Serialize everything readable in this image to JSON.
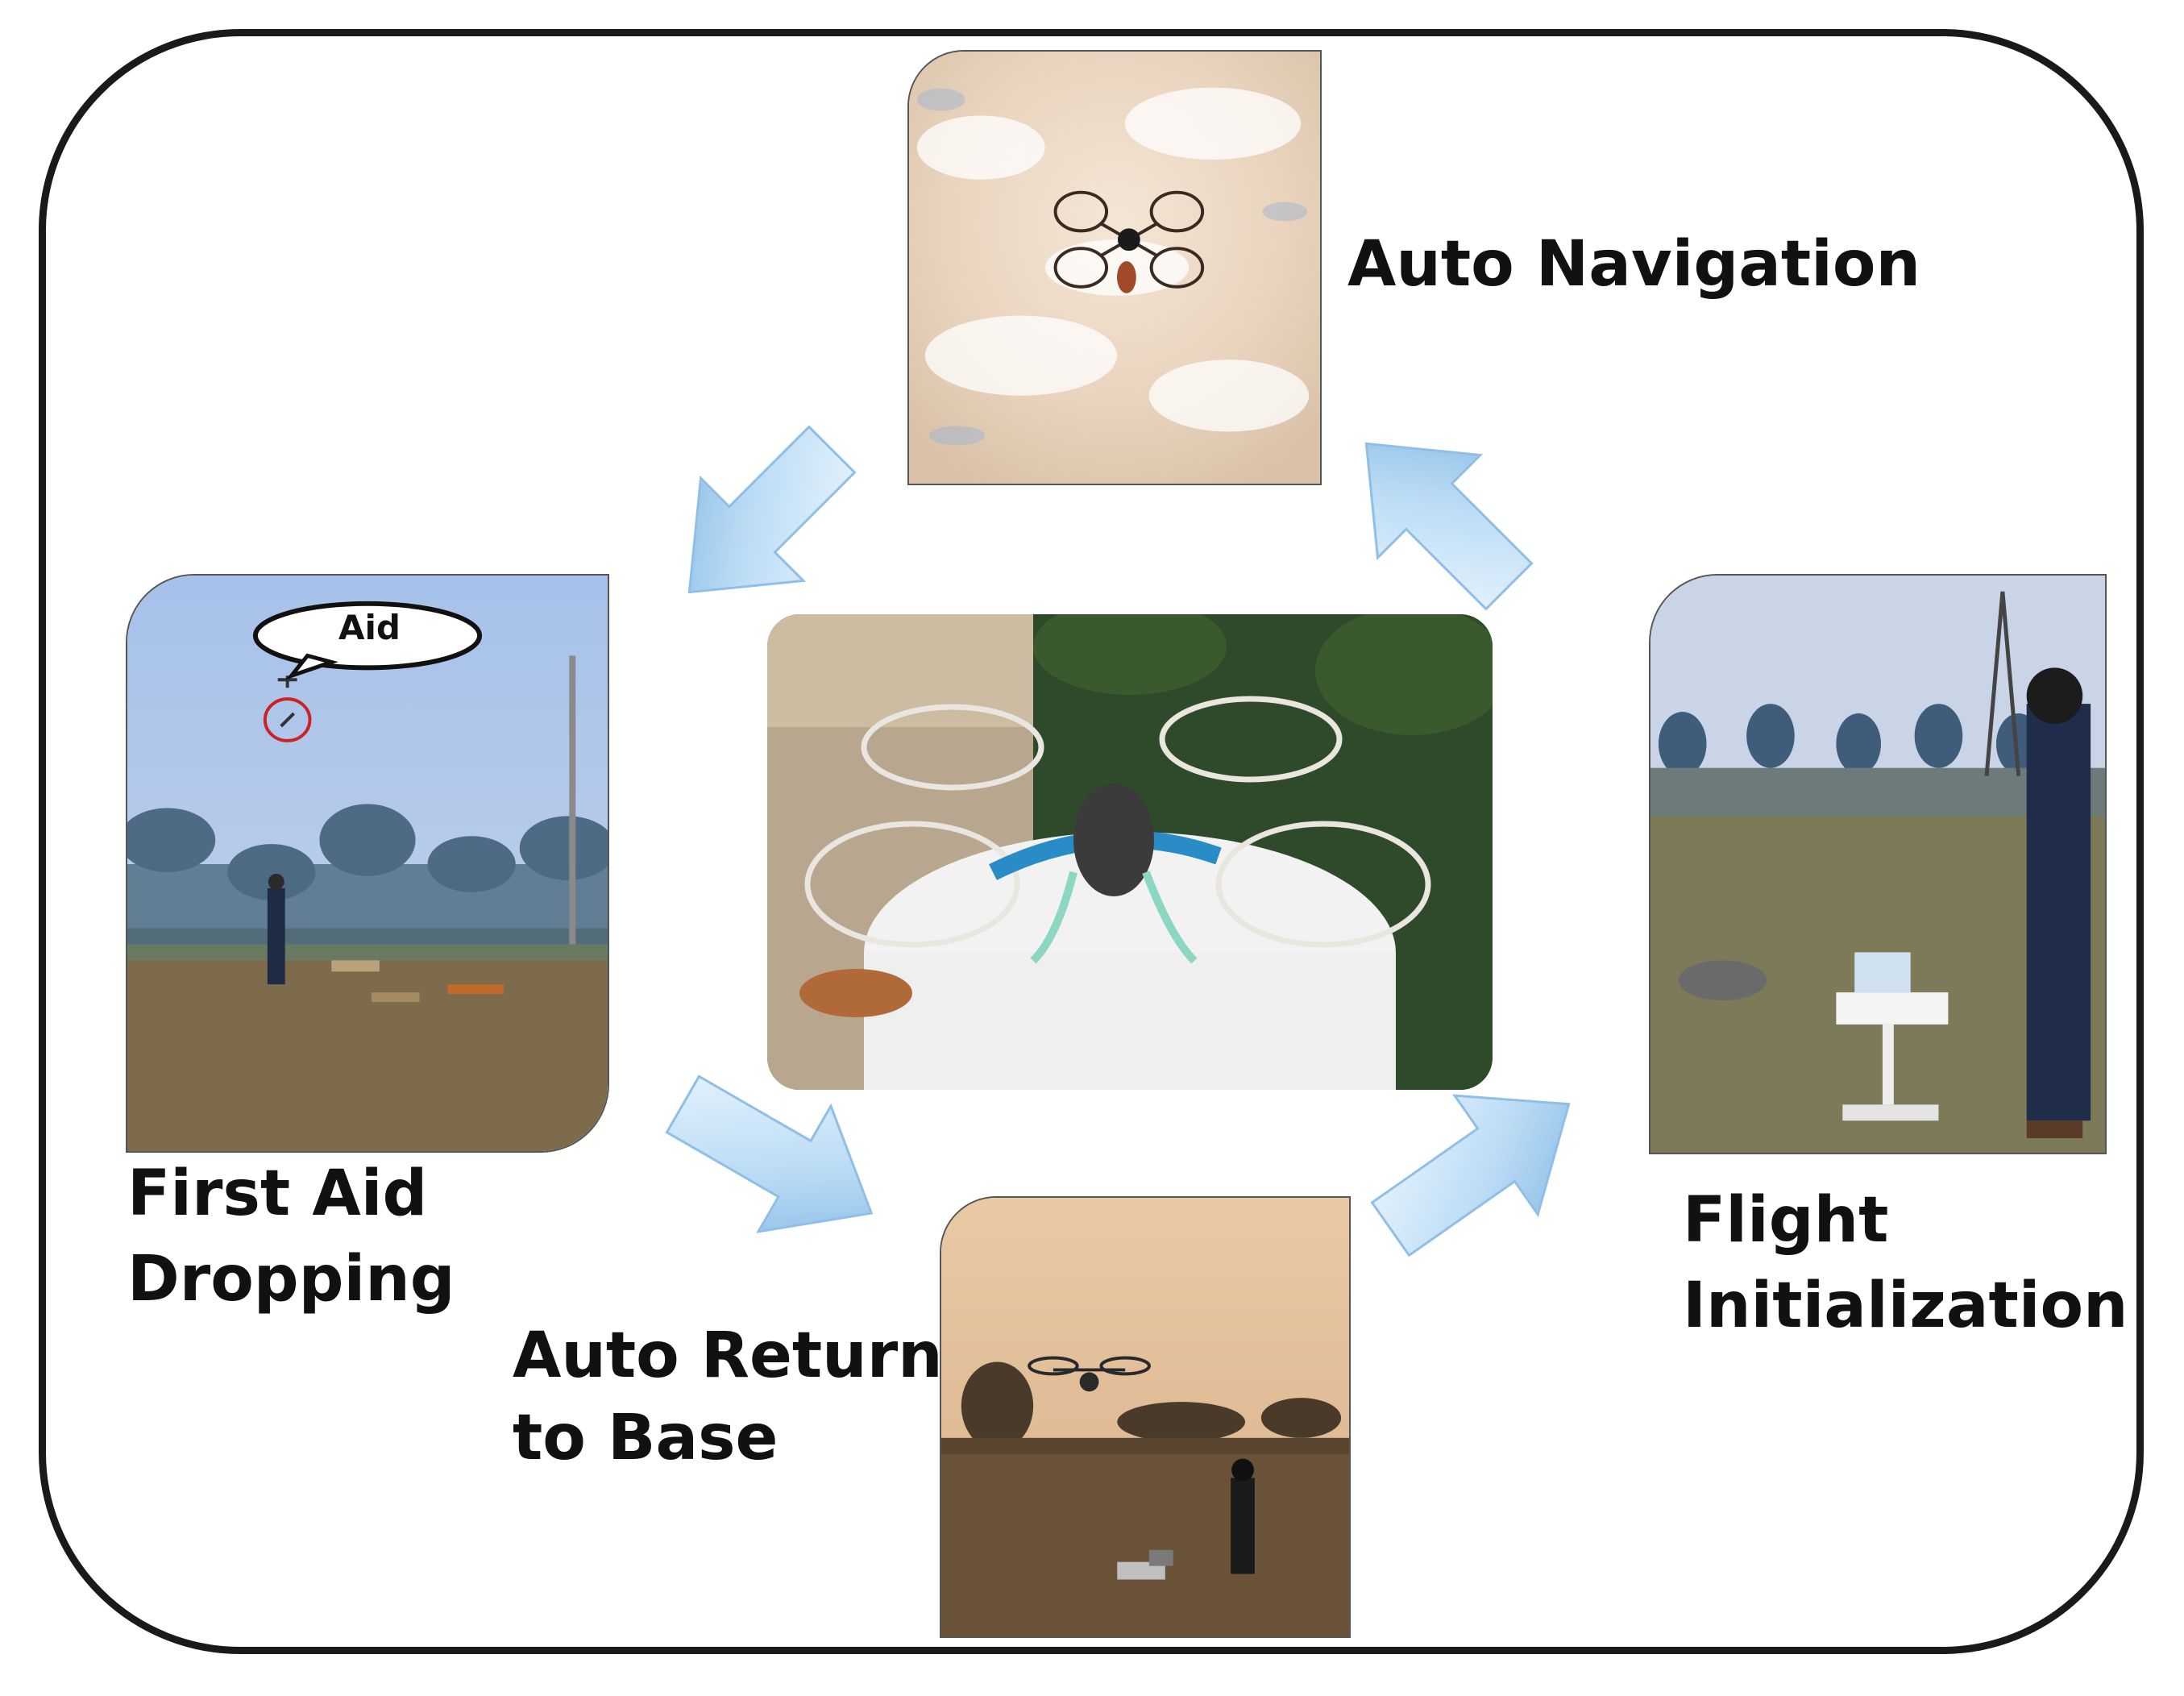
{
  "stages": {
    "auto_navigation": "Auto Navigation",
    "first_aid_line1": "First Aid",
    "first_aid_line2": "Dropping",
    "auto_return_line1": "Auto Return",
    "auto_return_line2": "to Base",
    "flight_init_line1": "Flight",
    "flight_init_line2": "Initialization"
  },
  "callout": {
    "text": "Aid"
  },
  "colors": {
    "arrow_light": "#d6ecfb",
    "arrow_dark": "#7fb6e3",
    "frame": "#1a1a1a"
  }
}
